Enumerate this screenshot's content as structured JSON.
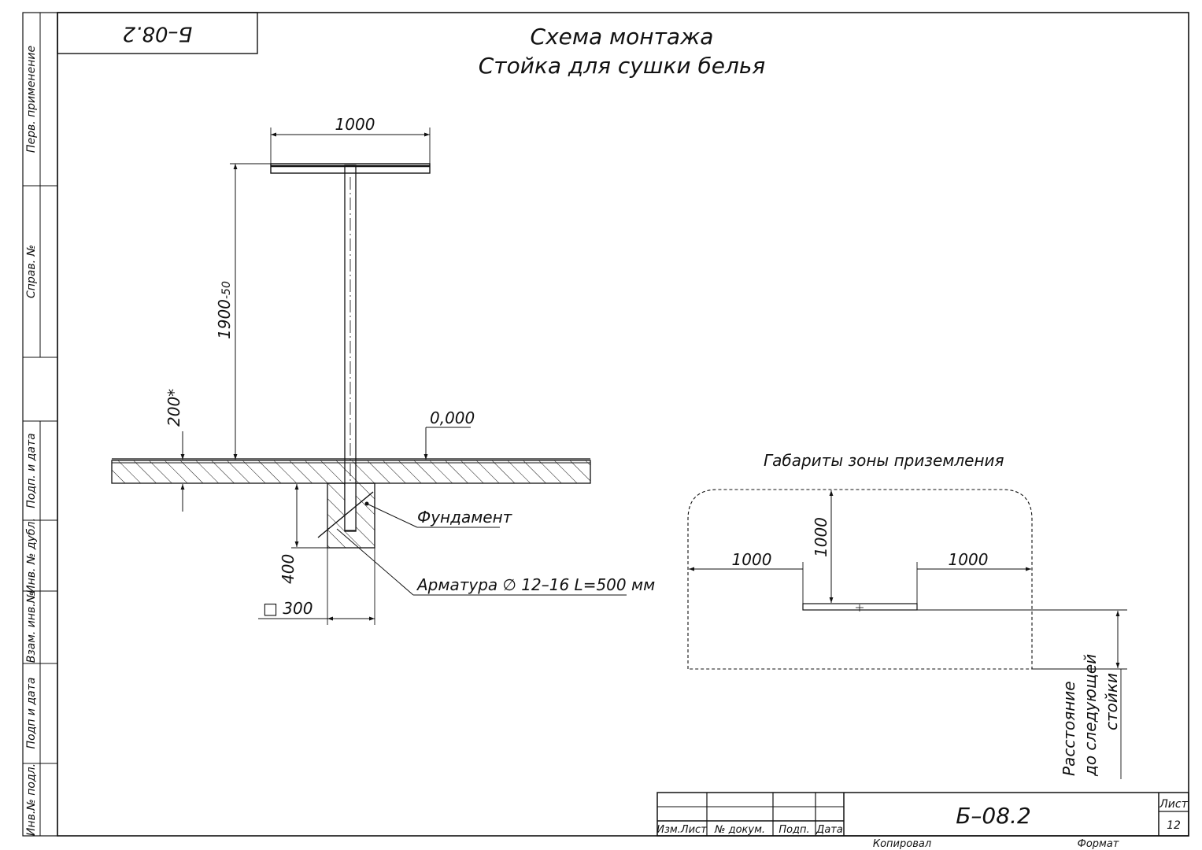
{
  "title": {
    "line1": "Схема монтажа",
    "line2": "Стойка для сушки белья"
  },
  "top_stamp": "Б–08.2",
  "side_labels": {
    "perv_primenenie": "Перв. применение",
    "sprav_no": "Справ. №",
    "podp_i_data_1": "Подп. и дата",
    "inv_no_dubl": "Инв. № дубл.",
    "vzam_inv_no": "Взам. инв.№",
    "podp_i_data_2": "Подп и дата",
    "inv_no_podl": "Инв.№ подл."
  },
  "drawing": {
    "dim_top_width": "1000",
    "dim_height": "1900",
    "dim_height_tol": "-50",
    "dim_depth_star": "200*",
    "level_mark": "0,000",
    "label_foundation": "Фундамент",
    "label_rebar": "Арматура ∅ 12–16 L=500 мм",
    "dim_found_depth": "400",
    "dim_found_size": "□ 300"
  },
  "zone": {
    "title": "Габариты зоны приземления",
    "dim_left": "1000",
    "dim_right": "1000",
    "dim_vertical": "1000",
    "distance_label_lines": [
      "Расстояние",
      "до следующей",
      "стойки"
    ]
  },
  "title_block": {
    "col_izm_list": "Изм.Лист",
    "col_no_dokum": "№ докум.",
    "col_podp": "Подп.",
    "col_data": "Дата",
    "designation": "Б–08.2",
    "sheet_label": "Лист",
    "sheet_number": "12",
    "kopiroval": "Копировал",
    "format": "Формат"
  }
}
